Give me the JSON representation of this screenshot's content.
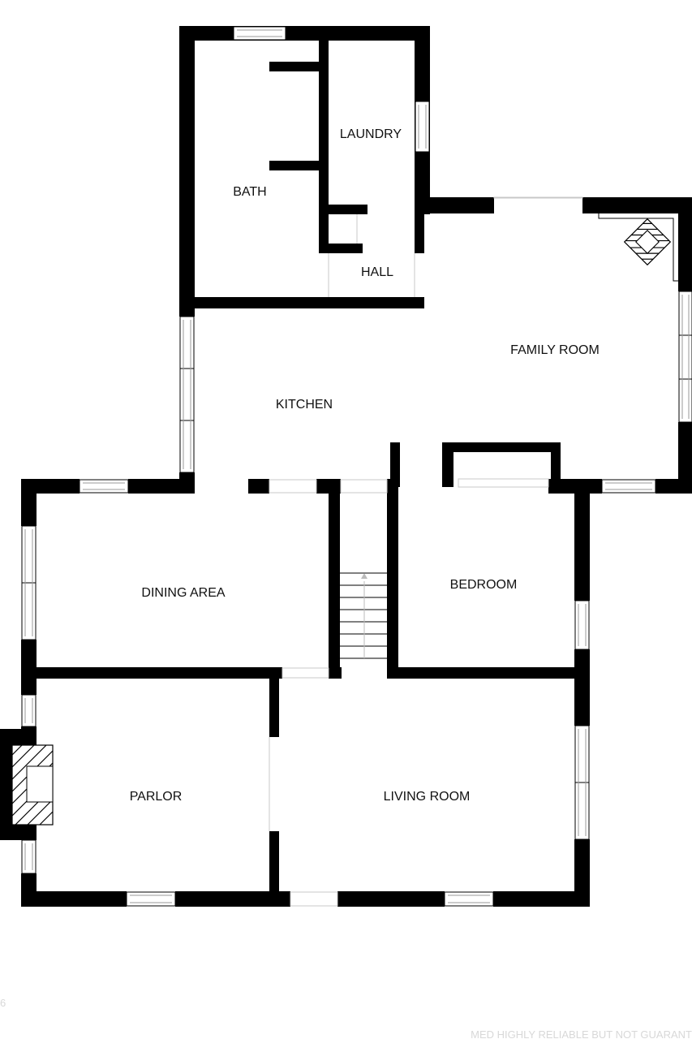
{
  "rooms": {
    "laundry": "LAUNDRY",
    "bath": "BATH",
    "hall": "HALL",
    "family_room": "FAMILY ROOM",
    "kitchen": "KITCHEN",
    "dining_area": "DINING AREA",
    "bedroom": "BEDROOM",
    "parlor": "PARLOR",
    "living_room": "LIVING ROOM"
  },
  "footer": {
    "left_mark": "6",
    "disclaimer": "MED HIGHLY RELIABLE BUT NOT GUARANT"
  },
  "colors": {
    "wall": "#000000",
    "background": "#ffffff",
    "window_pane": "#9a9a9a"
  }
}
